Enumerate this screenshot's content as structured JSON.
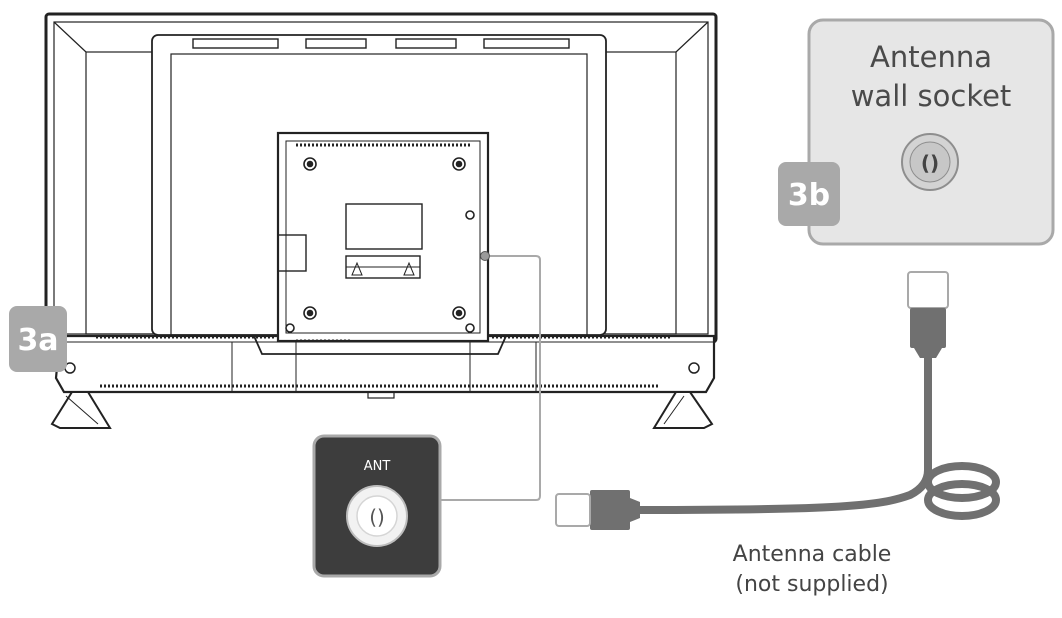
{
  "labels": {
    "tv_badge": "3a",
    "socket_badge": "3b",
    "socket_title_line1": "Antenna",
    "socket_title_line2": "wall socket",
    "port_label": "ANT",
    "cable_line1": "Antenna cable",
    "cable_line2": "(not supplied)"
  },
  "colors": {
    "badge": "#a9a9a9",
    "socket_panel": "#e6e6e6",
    "port_panel": "#3d3d3d",
    "cable": "#707070"
  }
}
